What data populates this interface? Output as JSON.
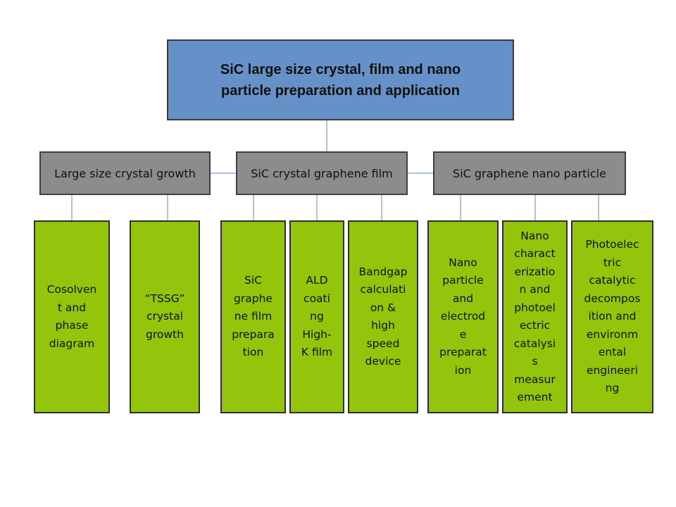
{
  "colors": {
    "root_fill": "#6590c8",
    "branch_fill": "#8c8c8c",
    "leaf_fill": "#92c50b",
    "connector": "#5b8bc5"
  },
  "root": {
    "lines": [
      "SiC large size crystal, film and nano",
      "particle  preparation and application"
    ]
  },
  "branches": [
    {
      "label": "Large size crystal growth",
      "leaves": [
        {
          "lines": [
            "Cosolven",
            "t and",
            "phase",
            "diagram"
          ]
        },
        {
          "lines": [
            "“TSSG”",
            "crystal",
            "growth"
          ]
        }
      ]
    },
    {
      "label": "SiC crystal graphene film",
      "leaves": [
        {
          "lines": [
            "SiC",
            "graphe",
            "ne film",
            "prepara",
            "tion"
          ]
        },
        {
          "lines": [
            "ALD",
            "coati",
            "ng",
            "High-",
            "K film"
          ]
        },
        {
          "lines": [
            "Bandgap",
            "calculati",
            "on &",
            "high",
            "speed",
            "device"
          ]
        }
      ]
    },
    {
      "label": "SiC graphene nano particle",
      "leaves": [
        {
          "lines": [
            "Nano",
            "particle",
            "and",
            "electrod",
            "e",
            "preparat",
            "ion"
          ]
        },
        {
          "lines": [
            "Nano",
            "charact",
            "erizatio",
            "n and",
            "photoel",
            "ectric",
            "catalysi",
            "s",
            "measur",
            "ement"
          ]
        },
        {
          "lines": [
            "Photoelec",
            "tric",
            "catalytic",
            "decompos",
            "ition and",
            "environm",
            "ental",
            "engineeri",
            "ng"
          ]
        }
      ]
    }
  ]
}
